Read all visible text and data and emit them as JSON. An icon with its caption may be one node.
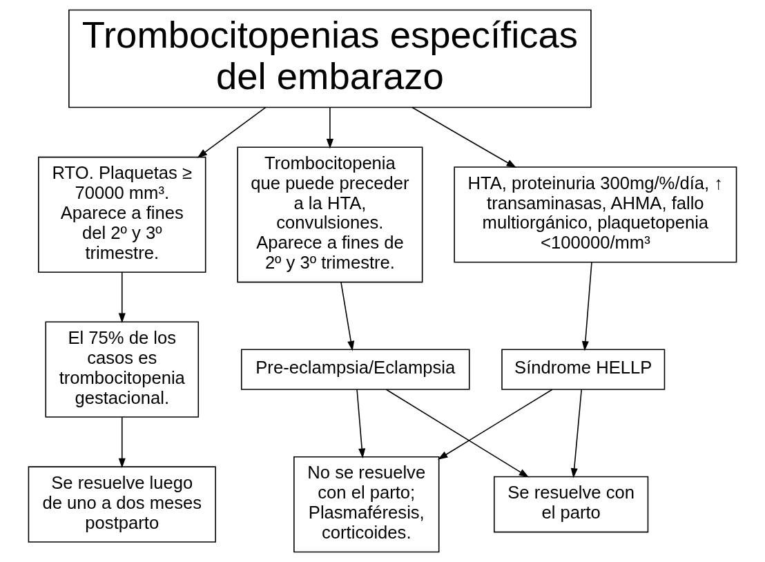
{
  "diagram": {
    "nodes": [
      {
        "text": [
          "Trombocitopenias específicas del embarazo"
        ]
      },
      {
        "text": [
          "RTO. Plaquetas ≥ 70000 mm³. Aparece a fines del 2º y 3º trimestre."
        ]
      },
      {
        "text": [
          "HTA, proteinuria 300mg/%/día, ↑ transaminasas, AHMA, fallo multiorgánico, plaquetopenia <100000/mm³"
        ]
      },
      {
        "text": [
          "Trombocitopenia que puede preceder a la HTA, convulsiones. Aparece a fines de 2º y 3º trimestre."
        ]
      },
      {
        "text": [
          "El 75% de los casos es trombocitopenia gestacional."
        ]
      },
      {
        "text": [
          "Síndrome HELLP"
        ]
      },
      {
        "text": [
          "Pre-eclampsia/Eclampsia"
        ]
      },
      {
        "text": [
          "Se resuelve luego de uno a dos meses postparto"
        ]
      },
      {
        "text": [
          "Se resuelve con el parto"
        ]
      },
      {
        "text": [
          "No se resuelve con el parto; Plasmaféresis, corticoides."
        ]
      }
    ],
    "edges": [
      {
        "from": 0,
        "to": 1,
        "arrow": "to"
      },
      {
        "from": 0,
        "to": 2,
        "arrow": "to"
      },
      {
        "from": 0,
        "to": 3,
        "arrow": "to"
      },
      {
        "from": 1,
        "to": 4,
        "arrow": "to"
      },
      {
        "from": 4,
        "to": 7,
        "arrow": "to"
      },
      {
        "from": 2,
        "to": 5,
        "arrow": "to"
      },
      {
        "from": 5,
        "to": 8,
        "arrow": "to"
      },
      {
        "from": 5,
        "to": 9,
        "arrow": "to"
      },
      {
        "from": 3,
        "to": 6,
        "arrow": "to"
      },
      {
        "from": 6,
        "to": 8,
        "arrow": "to"
      },
      {
        "from": 6,
        "to": 9,
        "arrow": "to"
      }
    ]
  }
}
